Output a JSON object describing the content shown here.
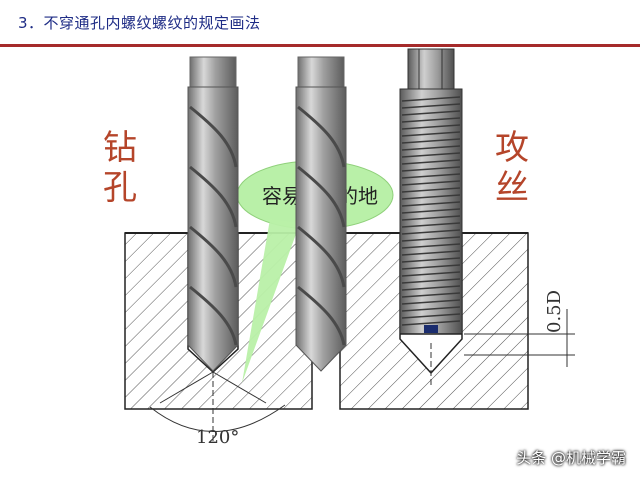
{
  "header": {
    "title": "3．不穿通孔内螺纹螺纹的规定画法"
  },
  "labels": {
    "left": "钻孔",
    "right": "攻丝"
  },
  "bubble": {
    "text": "容易",
    "text_tail": "的地"
  },
  "dimensions": {
    "angle": "120°",
    "depth": "0.5D"
  },
  "watermark": "头条 @机械学霸",
  "colors": {
    "title": "#1f2d86",
    "rule": "#a52a2a",
    "label": "#b5452a",
    "bubble": "#b9f0a8",
    "steel": "#a9a9a9"
  }
}
